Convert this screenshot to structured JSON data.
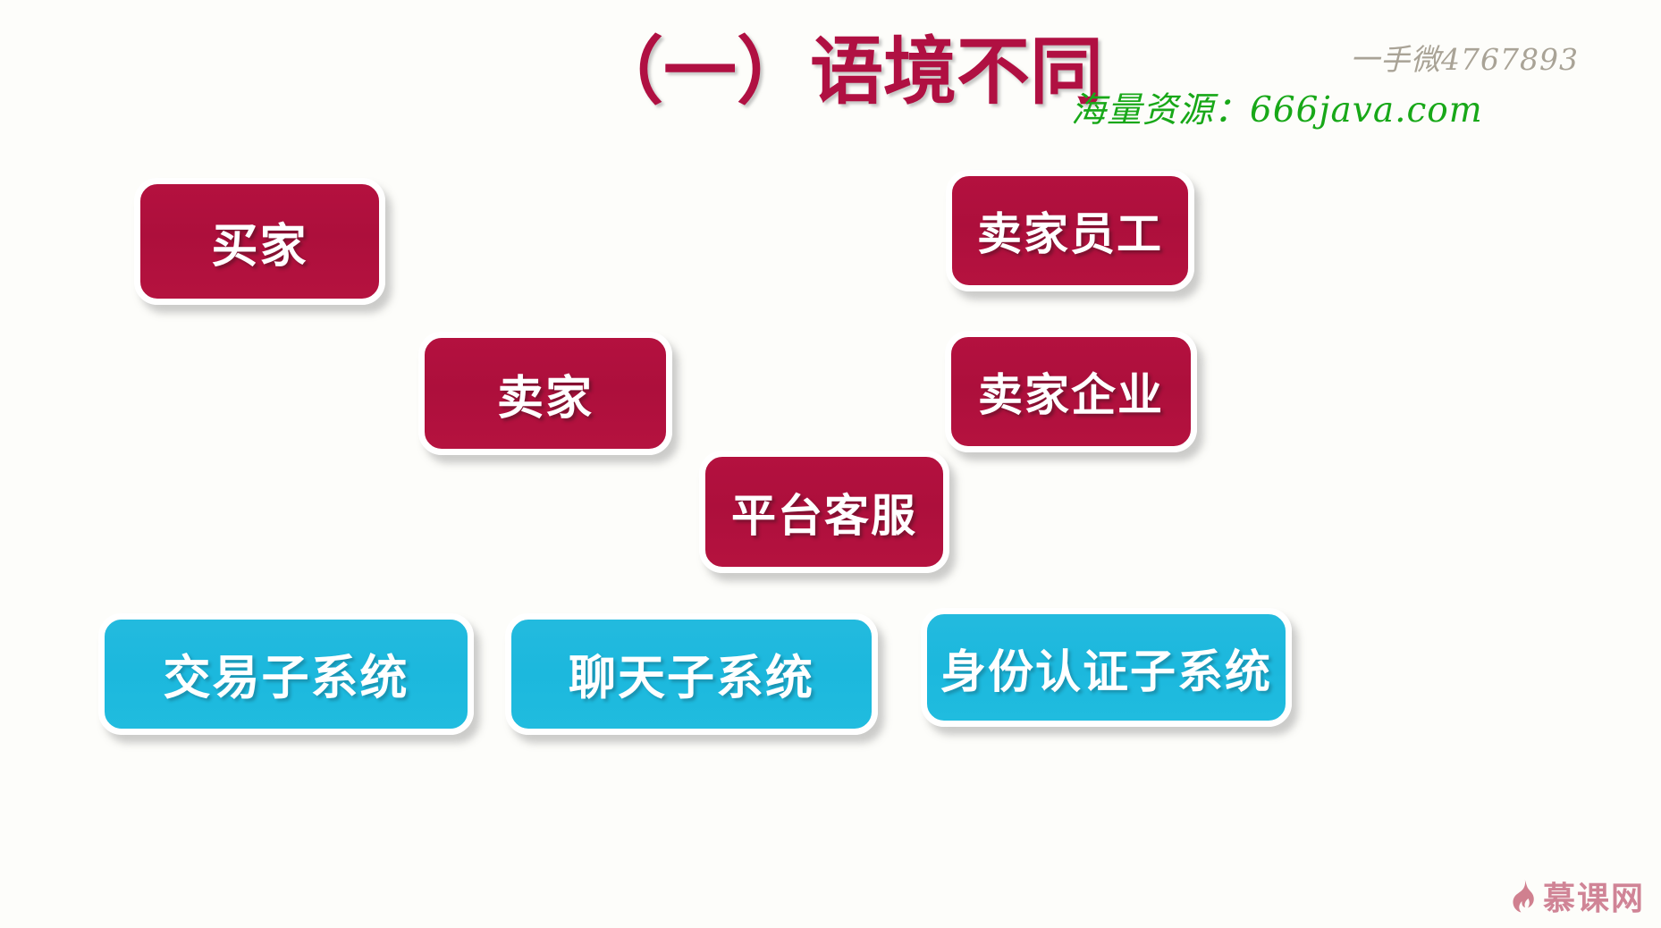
{
  "slide": {
    "title": "（一）语境不同",
    "background_color": "#fdfdfa",
    "title_color": "#b01042"
  },
  "watermarks": {
    "wechat": "一手微4767893",
    "wechat_color": "#a9a396",
    "resource": "海量资源：666java.com",
    "resource_color": "#18a818"
  },
  "diagram": {
    "actor_color": "#ad0f3c",
    "subsystem_color": "#1cb8dd",
    "actors": [
      {
        "id": "buyer",
        "label": "买家"
      },
      {
        "id": "seller",
        "label": "卖家"
      },
      {
        "id": "platform-cs",
        "label": "平台客服"
      },
      {
        "id": "seller-staff",
        "label": "卖家员工"
      },
      {
        "id": "seller-ent",
        "label": "卖家企业"
      }
    ],
    "subsystems": [
      {
        "id": "trade-sub",
        "label": "交易子系统"
      },
      {
        "id": "chat-sub",
        "label": "聊天子系统"
      },
      {
        "id": "auth-sub",
        "label": "身份认证子系统"
      }
    ]
  },
  "branding": {
    "logo_text": "慕课网",
    "logo_icon": "flame-icon",
    "logo_color": "#d08496"
  }
}
